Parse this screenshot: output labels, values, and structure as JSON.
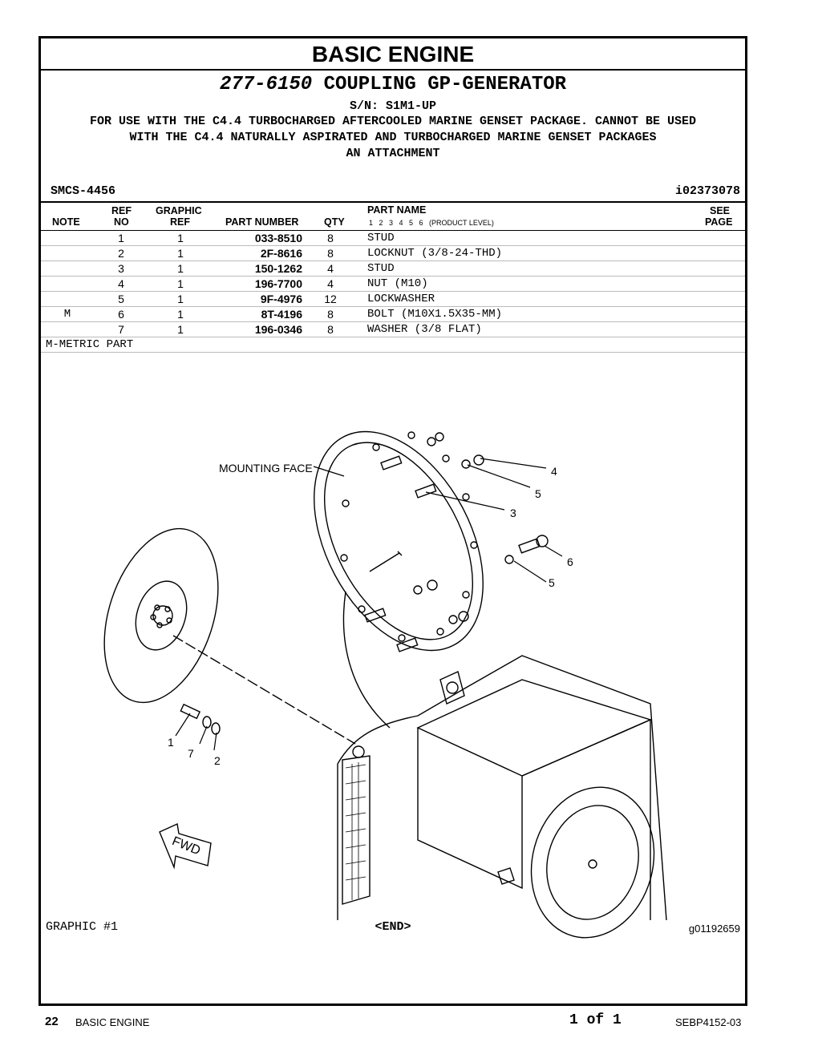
{
  "section_title": "BASIC ENGINE",
  "group": {
    "part_number": "277-6150",
    "name": "COUPLING GP-GENERATOR",
    "serial": "S/N: S1M1-UP",
    "description": "FOR USE WITH THE C4.4 TURBOCHARGED AFTERCOOLED MARINE GENSET PACKAGE. CANNOT BE USED WITH THE C4.4 NATURALLY ASPIRATED AND TURBOCHARGED MARINE GENSET PACKAGES",
    "attachment": "AN ATTACHMENT"
  },
  "smcs": "SMCS-4456",
  "doc_id": "i02373078",
  "table": {
    "headers": {
      "note": "NOTE",
      "ref_top": "REF",
      "ref_bottom": "NO",
      "graphic_top": "GRAPHIC",
      "graphic_bottom": "REF",
      "part_number": "PART NUMBER",
      "qty": "QTY",
      "part_name": "PART NAME",
      "levels": "1   2   3   4   5   6   (PRODUCT LEVEL)",
      "see_top": "SEE",
      "see_bottom": "PAGE"
    },
    "rows": [
      {
        "note": "",
        "ref": "1",
        "gref": "1",
        "pn": "033-8510",
        "qty": "8",
        "name": "STUD"
      },
      {
        "note": "",
        "ref": "2",
        "gref": "1",
        "pn": "2F-8616",
        "qty": "8",
        "name": "LOCKNUT (3/8-24-THD)"
      },
      {
        "note": "",
        "ref": "3",
        "gref": "1",
        "pn": "150-1262",
        "qty": "4",
        "name": "STUD"
      },
      {
        "note": "",
        "ref": "4",
        "gref": "1",
        "pn": "196-7700",
        "qty": "4",
        "name": "NUT (M10)"
      },
      {
        "note": "",
        "ref": "5",
        "gref": "1",
        "pn": "9F-4976",
        "qty": "12",
        "name": "LOCKWASHER"
      },
      {
        "note": "M",
        "ref": "6",
        "gref": "1",
        "pn": "8T-4196",
        "qty": "8",
        "name": "BOLT (M10X1.5X35-MM)"
      },
      {
        "note": "",
        "ref": "7",
        "gref": "1",
        "pn": "196-0346",
        "qty": "8",
        "name": "WASHER (3/8 FLAT)"
      }
    ],
    "footnote": "M-METRIC PART"
  },
  "graphic": {
    "mounting_face": "MOUNTING FACE",
    "callouts": [
      "1",
      "2",
      "3",
      "4",
      "5",
      "5",
      "6",
      "7"
    ],
    "fwd": "FWD",
    "caption_left": "GRAPHIC #1",
    "caption_center": "<END>",
    "caption_right": "g01192659"
  },
  "footer": {
    "page": "22",
    "section": "BASIC ENGINE",
    "pages": "1 of 1",
    "doc": "SEBP4152-03"
  }
}
